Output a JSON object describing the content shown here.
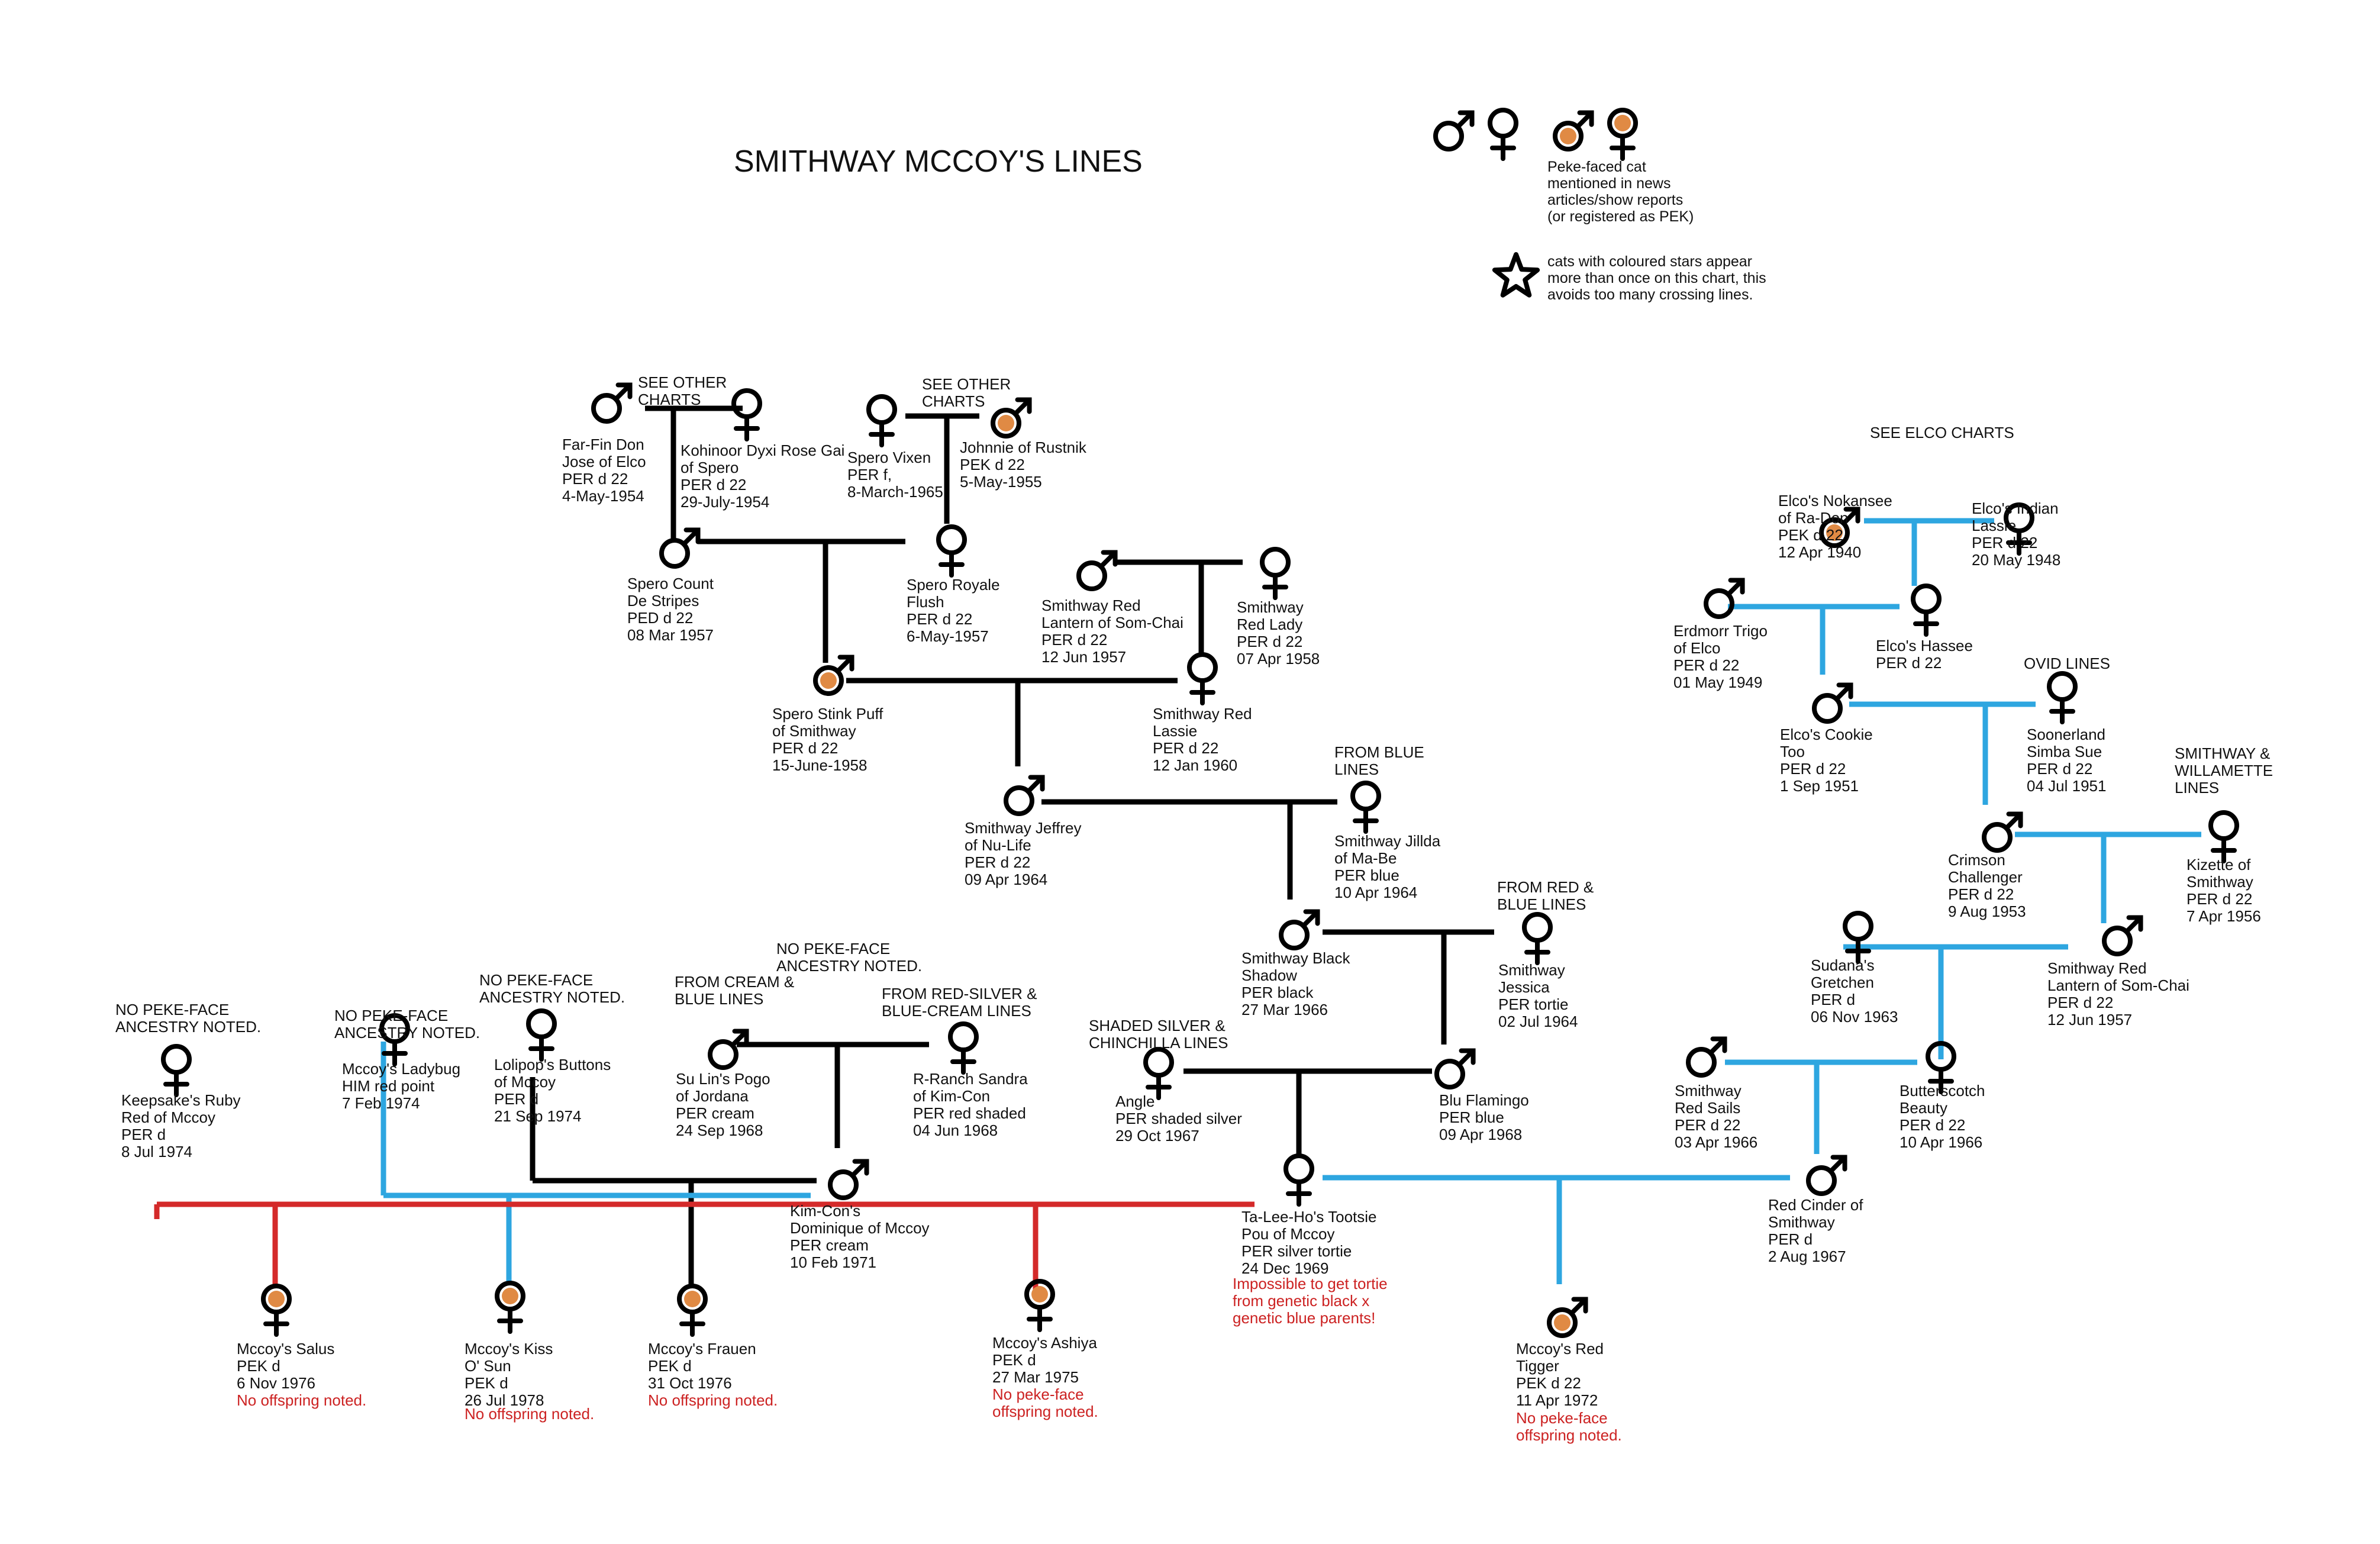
{
  "title": "SMITHWAY MCCOY'S LINES",
  "legend": {
    "peke_text": [
      "Peke-faced cat",
      "mentioned in news",
      "articles/show reports",
      "(or registered as PEK)"
    ],
    "star_text": [
      "cats with coloured stars appear",
      "more than once on this chart, this",
      "avoids too many crossing lines."
    ]
  },
  "colors": {
    "black_line": "#000000",
    "red_line": "#d42a2a",
    "blue_line": "#2ea6e0",
    "peke_dot": "#e08a44",
    "note_text": "#cc2222"
  },
  "notes": {
    "see_other_1": [
      "SEE OTHER",
      "CHARTS"
    ],
    "see_other_2": [
      "SEE OTHER",
      "CHARTS"
    ],
    "see_elco": [
      "SEE ELCO CHARTS"
    ],
    "from_blue": [
      "FROM BLUE",
      "LINES"
    ],
    "from_red_blue": [
      "FROM RED &",
      "BLUE LINES"
    ],
    "ovid": [
      "OVID LINES"
    ],
    "smithway_willamette": [
      "SMITHWAY &",
      "WILLAMETTE",
      "LINES"
    ],
    "shaded_silver": [
      "SHADED SILVER &",
      "CHINCHILLA LINES"
    ],
    "from_cream": [
      "FROM CREAM &",
      "BLUE LINES"
    ],
    "from_red_silver": [
      "FROM RED-SILVER &",
      "BLUE-CREAM LINES"
    ],
    "no_peke_1": [
      "NO PEKE-FACE",
      "ANCESTRY NOTED."
    ],
    "no_peke_2": [
      "NO PEKE-FACE",
      "ANCESTRY NOTED."
    ],
    "no_peke_3": [
      "NO PEKE-FACE",
      "ANCESTRY NOTED."
    ],
    "no_peke_4": [
      "NO PEKE-FACE",
      "ANCESTRY NOTED."
    ]
  },
  "cats": {
    "far_fin_don": [
      "Far-Fin Don",
      "Jose of Elco",
      "PER d 22",
      "4-May-1954"
    ],
    "kohinoor": [
      "Kohinoor Dyxi Rose Gai",
      "of Spero",
      "PER d 22",
      "29-July-1954"
    ],
    "spero_vixen": [
      "Spero Vixen",
      "PER f,",
      "8-March-1965"
    ],
    "johnnie": [
      "Johnnie of Rustnik",
      "PEK d 22",
      "5-May-1955"
    ],
    "spero_count": [
      "Spero Count",
      "De Stripes",
      "PED d 22",
      "08 Mar 1957"
    ],
    "spero_royale": [
      "Spero Royale",
      "Flush",
      "PER d 22",
      "6-May-1957"
    ],
    "smithway_red_lantern_1": [
      "Smithway Red",
      "Lantern of Som-Chai",
      "PER d 22",
      "12 Jun 1957"
    ],
    "smithway_red_lady": [
      "Smithway",
      "Red Lady",
      "PER d 22",
      "07 Apr 1958"
    ],
    "spero_stink_puff": [
      "Spero Stink Puff",
      "of Smithway",
      "PER d 22",
      "15-June-1958"
    ],
    "smithway_red_lassie": [
      "Smithway Red",
      "Lassie",
      "PER d 22",
      "12 Jan 1960"
    ],
    "smithway_jeffrey": [
      "Smithway Jeffrey",
      "of Nu-Life",
      "PER d 22",
      "09 Apr 1964"
    ],
    "smithway_jillda": [
      "Smithway Jillda",
      "of Ma-Be",
      "PER blue",
      "10 Apr 1964"
    ],
    "smithway_black_shadow": [
      "Smithway Black",
      "Shadow",
      "PER black",
      "27 Mar 1966"
    ],
    "smithway_jessica": [
      "Smithway",
      "Jessica",
      "PER tortie",
      "02 Jul 1964"
    ],
    "blu_flamingo": [
      "Blu Flamingo",
      "PER blue",
      "09 Apr 1968"
    ],
    "angle": [
      "Angle",
      "PER shaded silver",
      "29 Oct 1967"
    ],
    "ta_lee_ho": [
      "Ta-Lee-Ho's Tootsie",
      "Pou of Mccoy",
      "PER silver tortie",
      "24 Dec 1969"
    ],
    "su_lins_pogo": [
      "Su Lin's Pogo",
      "of Jordana",
      "PER cream",
      "24 Sep 1968"
    ],
    "r_ranch_sandra": [
      "R-Ranch Sandra",
      "of Kim-Con",
      "PER red shaded",
      "04 Jun 1968"
    ],
    "kim_con": [
      "Kim-Con's",
      "Dominique of Mccoy",
      "PER cream",
      "10 Feb 1971"
    ],
    "lolipop": [
      "Lolipop's Buttons",
      "of Mccoy",
      "PER d",
      "21 Sep 1974"
    ],
    "ladybug": [
      "Mccoy's Ladybug",
      "HIM red point",
      "7 Feb 1974"
    ],
    "keepsake": [
      "Keepsake's Ruby",
      "Red of Mccoy",
      "PER d",
      "8 Jul 1974"
    ],
    "salus": [
      "Mccoy's Salus",
      "PEK d",
      "6 Nov 1976"
    ],
    "kiss_o_sun": [
      "Mccoy's Kiss",
      "O' Sun",
      "PEK d",
      "26 Jul 1978"
    ],
    "frauen": [
      "Mccoy's Frauen",
      "PEK d",
      "31 Oct 1976"
    ],
    "ashiya": [
      "Mccoy's Ashiya",
      "PEK d",
      "27 Mar 1975"
    ],
    "red_tigger": [
      "Mccoy's Red",
      "Tigger",
      "PEK d 22",
      "11 Apr 1972"
    ],
    "elcos_nokansee": [
      "Elco's Nokansee",
      "of Ra-Don",
      "PEK d 22",
      "12 Apr 1940"
    ],
    "elcos_indian_lassie": [
      "Elco's Indian",
      "Lassie",
      "PER d 22",
      "20 May 1948"
    ],
    "erdmorr_trigo": [
      "Erdmorr Trigo",
      "of Elco",
      "PER d 22",
      "01 May 1949"
    ],
    "elcos_hassee": [
      "Elco's Hassee",
      "PER d 22"
    ],
    "elcos_cookie": [
      "Elco's Cookie",
      "Too",
      "PER d 22",
      "1 Sep 1951"
    ],
    "soonerland": [
      "Soonerland",
      "Simba Sue",
      "PER d 22",
      "04 Jul 1951"
    ],
    "crimson_challenger": [
      "Crimson",
      "Challenger",
      "PER d 22",
      "9 Aug 1953"
    ],
    "kizette": [
      "Kizette of",
      "Smithway",
      "PER d 22",
      "7 Apr 1956"
    ],
    "sudanas_gretchen": [
      "Sudana's",
      "Gretchen",
      "PER d",
      "06 Nov 1963"
    ],
    "smithway_red_lantern_2": [
      "Smithway Red",
      "Lantern of Som-Chai",
      "PER d 22",
      "12 Jun 1957"
    ],
    "smithway_red_sails": [
      "Smithway",
      "Red Sails",
      "PER d 22",
      "03 Apr 1966"
    ],
    "butterscotch": [
      "Butterscotch",
      "Beauty",
      "PER d 22",
      "10 Apr 1966"
    ],
    "red_cinder": [
      "Red Cinder of",
      "Smithway",
      "PER d",
      "2 Aug 1967"
    ]
  },
  "red_notes": {
    "salus": [
      "No offspring noted."
    ],
    "kiss_o_sun": [
      "No offspring noted."
    ],
    "frauen": [
      "No offspring noted."
    ],
    "ashiya": [
      "No peke-face",
      "offspring noted."
    ],
    "red_tigger": [
      "No peke-face",
      "offspring noted."
    ],
    "ta_lee_ho": [
      "Impossible to get tortie",
      "from genetic black x",
      "genetic blue parents!"
    ]
  }
}
